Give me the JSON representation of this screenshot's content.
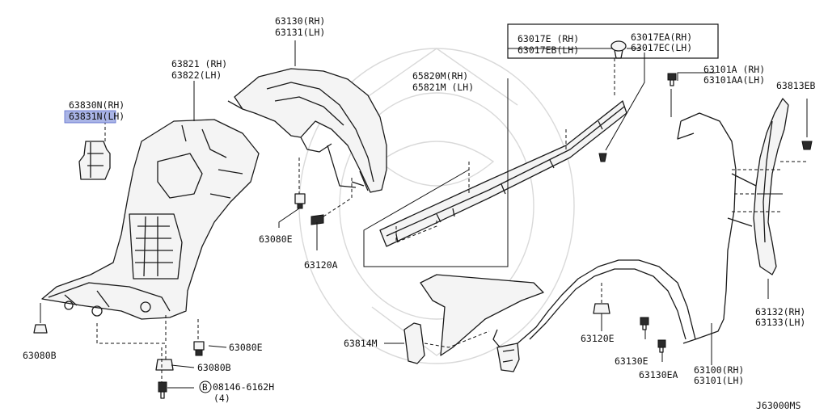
{
  "diagram_code": "J63000MS",
  "highlight_color": "#a9b4e6",
  "labels": {
    "p63830": [
      "63830N(RH)",
      "63831N(LH)"
    ],
    "p63821": [
      "63821 (RH)",
      "63822(LH)"
    ],
    "p63130": [
      "63130(RH)",
      "63131(LH)"
    ],
    "p63017e": [
      "63017E  (RH)",
      "63017EB(LH)"
    ],
    "p63017ea": [
      "63017EA(RH)",
      "63017EC(LH)"
    ],
    "p65820": [
      "65820M(RH)",
      "65821M (LH)"
    ],
    "p63101": [
      "63101A  (RH)",
      "63101AA(LH)"
    ],
    "p63813": "63813EB",
    "p63080e_upper": "63080E",
    "p63120a": "63120A",
    "p63080b_left": "63080B",
    "p63080e_lower": "63080E",
    "p63080b_lower": "63080B",
    "p08146": "08146-6162H",
    "p08146_qty": "(4)",
    "p08146_badge": "B",
    "p63814": "63814M",
    "p63120e": "63120E",
    "p63130e": "63130E",
    "p63130ea": "63130EA",
    "p63100": [
      "63100(RH)",
      "63101(LH)"
    ],
    "p63132": [
      "63132(RH)",
      "63133(LH)"
    ]
  }
}
